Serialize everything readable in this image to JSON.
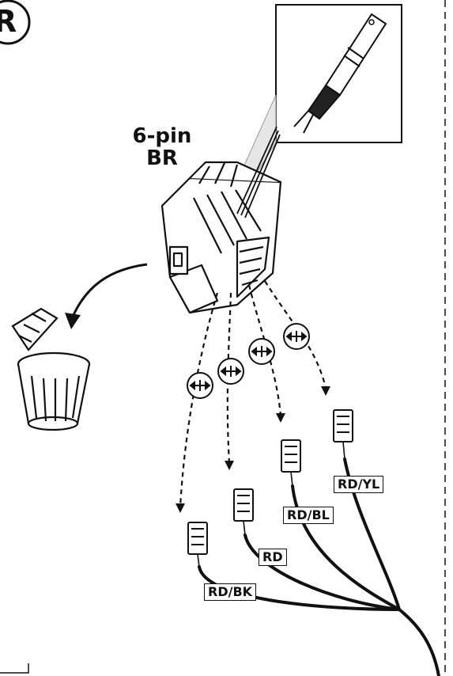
{
  "step_badge": "R",
  "connector": {
    "line1": "6-pin",
    "line2": "BR"
  },
  "wires": [
    {
      "label": "RD/YL"
    },
    {
      "label": "RD/BL"
    },
    {
      "label": "RD"
    },
    {
      "label": "RD/BK"
    }
  ],
  "colors": {
    "ink": "#111111",
    "background": "#ffffff"
  },
  "icons": [
    "connector-housing-icon",
    "punch-down-tool-icon",
    "trash-can-icon",
    "release-arrow-icon",
    "wire-terminal-icon"
  ]
}
